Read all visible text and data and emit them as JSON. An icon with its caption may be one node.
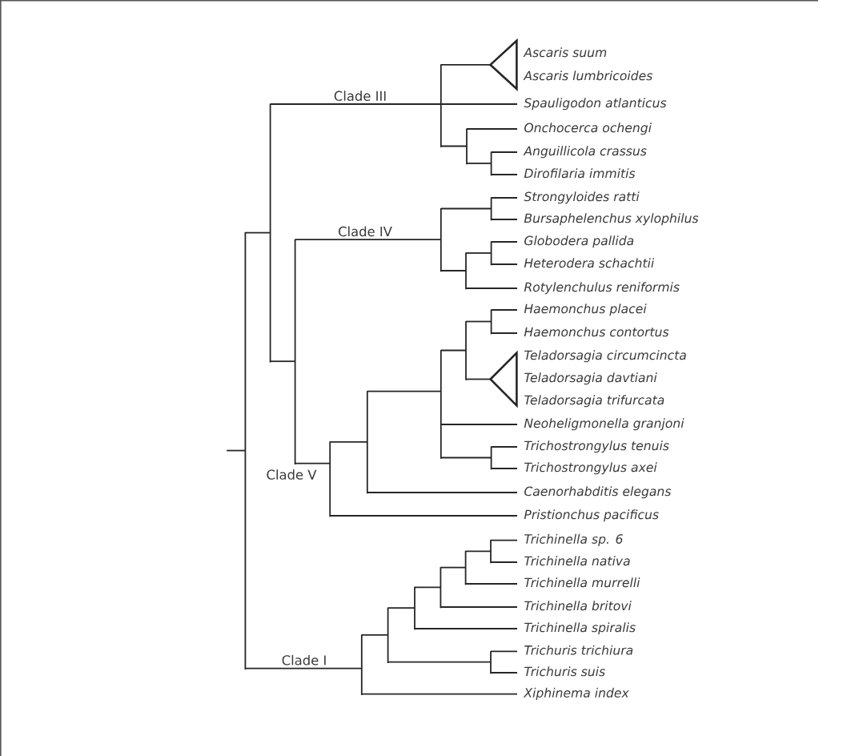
{
  "diagram": {
    "nodes": [
      {
        "text": [],
        "shape": "bar"
      },
      {
        "text": [],
        "shape": "bar"
      },
      {
        "text": [],
        "shape": "bar"
      },
      {
        "text": [],
        "shape": "triangle",
        "beside": [
          "Ascaris suum",
          "Ascaris lumbricoides"
        ]
      },
      {
        "text": [
          "Spauligodon atlanticus"
        ]
      },
      {
        "text": [],
        "shape": "bar"
      },
      {
        "text": [
          "Onchocerca ochengi"
        ]
      },
      {
        "text": [],
        "shape": "bar"
      },
      {
        "text": [
          "Anguillicola crassus"
        ]
      },
      {
        "text": [
          "Dirofilaria immitis"
        ]
      },
      {
        "text": [],
        "shape": "bar"
      },
      {
        "text": [],
        "shape": "bar"
      },
      {
        "text": [],
        "shape": "bar"
      },
      {
        "text": [
          "Strongyloides ratti"
        ]
      },
      {
        "text": [
          "Bursaphelenchus xylophilus"
        ]
      },
      {
        "text": [],
        "shape": "bar"
      },
      {
        "text": [],
        "shape": "bar"
      },
      {
        "text": [
          "Globodera pallida"
        ]
      },
      {
        "text": [
          "Heterodera schachtii"
        ]
      },
      {
        "text": [
          "Rotylenchulus reniformis"
        ]
      },
      {
        "text": [],
        "shape": "bar"
      },
      {
        "text": [],
        "shape": "bar"
      },
      {
        "text": [],
        "shape": "bar"
      },
      {
        "text": [],
        "shape": "bar"
      },
      {
        "text": [],
        "shape": "bar"
      },
      {
        "text": [
          "Haemonchus placei"
        ]
      },
      {
        "text": [
          "Haemonchus contortus"
        ]
      },
      {
        "text": [],
        "shape": "triangle",
        "beside": [
          "Teladorsagia circumcincta",
          "Teladorsagia davtiani",
          "Teladorsagia trifurcata"
        ]
      },
      {
        "text": [
          "Neoheligmonella granjoni"
        ]
      },
      {
        "text": [],
        "shape": "bar"
      },
      {
        "text": [
          "Trichostrongylus tenuis"
        ]
      },
      {
        "text": [
          "Trichostrongylus axei"
        ]
      },
      {
        "text": [
          "Caenorhabditis elegans"
        ]
      },
      {
        "text": [
          "Pristionchus pacificus"
        ]
      },
      {
        "text": [],
        "shape": "bar"
      },
      {
        "text": [],
        "shape": "bar"
      },
      {
        "text": [],
        "shape": "bar"
      },
      {
        "text": [],
        "shape": "bar"
      },
      {
        "text": [],
        "shape": "bar"
      },
      {
        "text": [],
        "shape": "bar"
      },
      {
        "text": [
          "Trichinella sp. 6"
        ]
      },
      {
        "text": [
          "Trichinella nativa"
        ]
      },
      {
        "text": [
          "Trichinella murrelli"
        ]
      },
      {
        "text": [
          "Trichinella britovi"
        ]
      },
      {
        "text": [
          "Trichinella spiralis"
        ]
      },
      {
        "text": [],
        "shape": "bar"
      },
      {
        "text": [
          "Trichuris trichiura"
        ]
      },
      {
        "text": [
          "Trichuris suis"
        ]
      },
      {
        "text": [
          "Xiphinema index"
        ]
      }
    ],
    "edges": [
      {
        "from": null,
        "to": 0,
        "arrow": "none"
      },
      {
        "from": 0,
        "to": 1,
        "arrow": "none"
      },
      {
        "from": 0,
        "to": 34,
        "arrow": "none",
        "label": "Clade I"
      },
      {
        "from": 1,
        "to": 2,
        "arrow": "none",
        "label": "Clade III"
      },
      {
        "from": 1,
        "to": 10,
        "arrow": "none"
      },
      {
        "from": 2,
        "to": 3,
        "arrow": "none"
      },
      {
        "from": 2,
        "to": 4,
        "arrow": "none"
      },
      {
        "from": 2,
        "to": 5,
        "arrow": "none"
      },
      {
        "from": 5,
        "to": 6,
        "arrow": "none"
      },
      {
        "from": 5,
        "to": 7,
        "arrow": "none"
      },
      {
        "from": 7,
        "to": 8,
        "arrow": "none"
      },
      {
        "from": 7,
        "to": 9,
        "arrow": "none"
      },
      {
        "from": 10,
        "to": 11,
        "arrow": "none",
        "label": "Clade IV"
      },
      {
        "from": 10,
        "to": 20,
        "arrow": "none",
        "label": "Clade V"
      },
      {
        "from": 11,
        "to": 12,
        "arrow": "none"
      },
      {
        "from": 11,
        "to": 15,
        "arrow": "none"
      },
      {
        "from": 12,
        "to": 13,
        "arrow": "none"
      },
      {
        "from": 12,
        "to": 14,
        "arrow": "none"
      },
      {
        "from": 15,
        "to": 16,
        "arrow": "none"
      },
      {
        "from": 15,
        "to": 19,
        "arrow": "none"
      },
      {
        "from": 16,
        "to": 17,
        "arrow": "none"
      },
      {
        "from": 16,
        "to": 18,
        "arrow": "none"
      },
      {
        "from": 20,
        "to": 21,
        "arrow": "none"
      },
      {
        "from": 20,
        "to": 33,
        "arrow": "none"
      },
      {
        "from": 21,
        "to": 22,
        "arrow": "none"
      },
      {
        "from": 21,
        "to": 32,
        "arrow": "none"
      },
      {
        "from": 22,
        "to": 23,
        "arrow": "none"
      },
      {
        "from": 22,
        "to": 28,
        "arrow": "none"
      },
      {
        "from": 22,
        "to": 29,
        "arrow": "none"
      },
      {
        "from": 23,
        "to": 24,
        "arrow": "none"
      },
      {
        "from": 23,
        "to": 27,
        "arrow": "none"
      },
      {
        "from": 24,
        "to": 25,
        "arrow": "none"
      },
      {
        "from": 24,
        "to": 26,
        "arrow": "none"
      },
      {
        "from": 29,
        "to": 30,
        "arrow": "none"
      },
      {
        "from": 29,
        "to": 31,
        "arrow": "none"
      },
      {
        "from": 34,
        "to": 35,
        "arrow": "none"
      },
      {
        "from": 34,
        "to": 48,
        "arrow": "none"
      },
      {
        "from": 35,
        "to": 36,
        "arrow": "none"
      },
      {
        "from": 35,
        "to": 45,
        "arrow": "none"
      },
      {
        "from": 36,
        "to": 37,
        "arrow": "none"
      },
      {
        "from": 36,
        "to": 44,
        "arrow": "none"
      },
      {
        "from": 37,
        "to": 38,
        "arrow": "none"
      },
      {
        "from": 37,
        "to": 43,
        "arrow": "none"
      },
      {
        "from": 38,
        "to": 39,
        "arrow": "none"
      },
      {
        "from": 38,
        "to": 42,
        "arrow": "none"
      },
      {
        "from": 39,
        "to": 40,
        "arrow": "none"
      },
      {
        "from": 39,
        "to": 41,
        "arrow": "none"
      },
      {
        "from": 45,
        "to": 46,
        "arrow": "none"
      },
      {
        "from": 45,
        "to": 47,
        "arrow": "none"
      }
    ]
  }
}
